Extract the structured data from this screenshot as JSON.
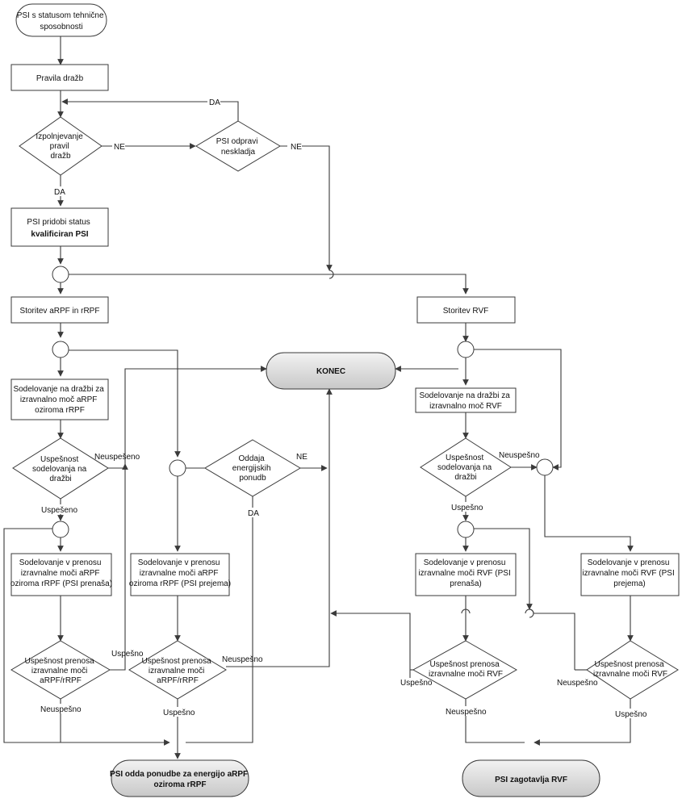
{
  "nodes": {
    "start": [
      "PSI s statusom tehnične",
      "sposobnosti"
    ],
    "pravila": [
      "Pravila dražb"
    ],
    "izpolnjevanje": [
      "Izpolnjevanje",
      "pravil",
      "dražb"
    ],
    "odpravi": [
      "PSI odpravi",
      "neskladja"
    ],
    "status1": "PSI pridobi status",
    "status2": "kvalificiran PSI",
    "arpf": [
      "Storitev aRPF in rRPF"
    ],
    "rvf": [
      "Storitev RVF"
    ],
    "konec": [
      "KONEC"
    ],
    "sod_arpf": [
      "Sodelovanje na dražbi za",
      "izravnalno moč  aRPF",
      "oziroma rRPF"
    ],
    "sod_rvf": [
      "Sodelovanje na dražbi za",
      "izravnalno moč  RVF"
    ],
    "usp_arpf": [
      "Uspešnost",
      "sodelovanja na",
      "dražbi"
    ],
    "oddaja": [
      "Oddaja",
      "energijskih",
      "ponudb"
    ],
    "usp_rvf": [
      "Uspešnost",
      "sodelovanja na",
      "dražbi"
    ],
    "pren_arpf_prenasa": [
      "Sodelovanje v prenosu",
      "izravnalne moči  aRPF",
      "oziroma rRPF (PSI prenaša)"
    ],
    "pren_arpf_prejema": [
      "Sodelovanje v prenosu",
      "izravnalne moči  aRPF",
      "oziroma rRPF (PSI prejema)"
    ],
    "pren_rvf_prenasa": [
      "Sodelovanje v prenosu",
      "izravnalne moči  RVF (PSI",
      "prenaša)"
    ],
    "pren_rvf_prejema": [
      "Sodelovanje v prenosu",
      "izravnalne moči  RVF (PSI",
      "prejema)"
    ],
    "up_arpf_1": [
      "Uspešnost prenosa",
      "izravnalne moči",
      "aRPF/rRPF"
    ],
    "up_arpf_2": [
      "Uspešnost prenosa",
      "izravnalne moči",
      "aRPF/rRPF"
    ],
    "up_rvf_1": [
      "Uspešnost prenosa",
      "izravnalne moči RVF"
    ],
    "up_rvf_2": [
      "Uspešnost prenosa",
      "izravnalne moči RVF"
    ],
    "end_arpf": [
      "PSI odda ponudbe za energijo aRPF",
      "oziroma rRPF"
    ],
    "end_rvf": [
      "PSI zagotavlja RVF"
    ]
  },
  "labels": {
    "da_top": "DA",
    "ne_1": "NE",
    "ne_2": "NE",
    "da_1": "DA",
    "neuspeseno": "Neuspešeno",
    "uspeseno": "Uspešeno",
    "ne_oddaja": "NE",
    "da_oddaja": "DA",
    "neuspesno_rvf": "Neuspešno",
    "uspesno_rvf": "Uspešno",
    "uspesno_a1": "Uspešno",
    "neuspesno_a1": "Neuspešno",
    "neuspesno_a2": "Neuspešno",
    "uspesno_a2": "Uspešno",
    "uspesno_r1": "Uspešno",
    "neuspesno_r1": "Neuspešno",
    "neuspesno_r2": "Neuspešno",
    "uspesno_r2": "Uspešno"
  },
  "colors": {
    "line": "#3a3a3a",
    "box_fill": "#ffffff",
    "terminal_fill": "#d4d4d4"
  }
}
